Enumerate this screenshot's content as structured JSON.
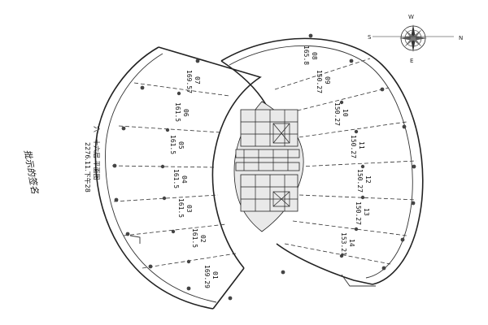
{
  "title": "六一十六层 平面图",
  "title_date": "2276.11.下午28",
  "signature": "批示的签名",
  "compass": {
    "north": "N",
    "south": "S",
    "east": "E",
    "west": "W"
  },
  "units": [
    {
      "no": "01",
      "area": "169.29"
    },
    {
      "no": "02",
      "area": "161.5"
    },
    {
      "no": "03",
      "area": "161.5"
    },
    {
      "no": "04",
      "area": "161.5"
    },
    {
      "no": "05",
      "area": "161.5"
    },
    {
      "no": "06",
      "area": "161.5"
    },
    {
      "no": "07",
      "area": "169.57"
    },
    {
      "no": "08",
      "area": "165.8"
    },
    {
      "no": "09",
      "area": "150.27"
    },
    {
      "no": "10",
      "area": "150.27"
    },
    {
      "no": "11",
      "area": "150.27"
    },
    {
      "no": "12",
      "area": "150.27"
    },
    {
      "no": "13",
      "area": "150.27"
    },
    {
      "no": "14",
      "area": "153.21"
    }
  ]
}
